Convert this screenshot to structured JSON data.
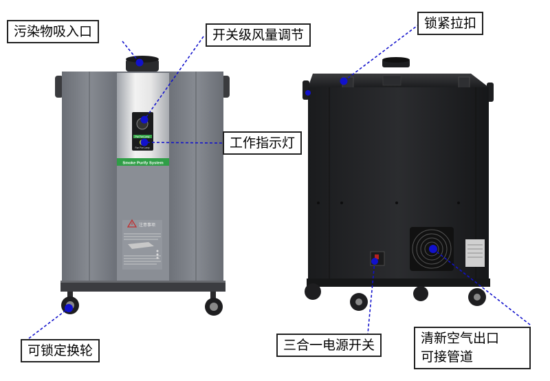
{
  "colors": {
    "accent_blue": "#1111cc",
    "unit_left_gray": "#6f737b",
    "unit_right_black": "#222325",
    "panel_green": "#2f9e46"
  },
  "labels": {
    "inlet": "污染物吸入口",
    "switch_speed": "开关级风量调节",
    "indicator": "工作指示灯",
    "lock": "锁紧拉扣",
    "wheel": "可锁定换轮",
    "power": "三合一电源开关",
    "outlet_line1": "清新空气出口",
    "outlet_line2": "可接管道"
  },
  "device": {
    "panel_brand": "Smoke Purify System",
    "status_strip": "Pwr Fan Lamp",
    "indicator_labels": "Run Pwr Lamp",
    "warning_title": "注意事项"
  },
  "icons": {
    "warning": "warning-triangle-icon",
    "pointer": "blue-dot-icon"
  }
}
